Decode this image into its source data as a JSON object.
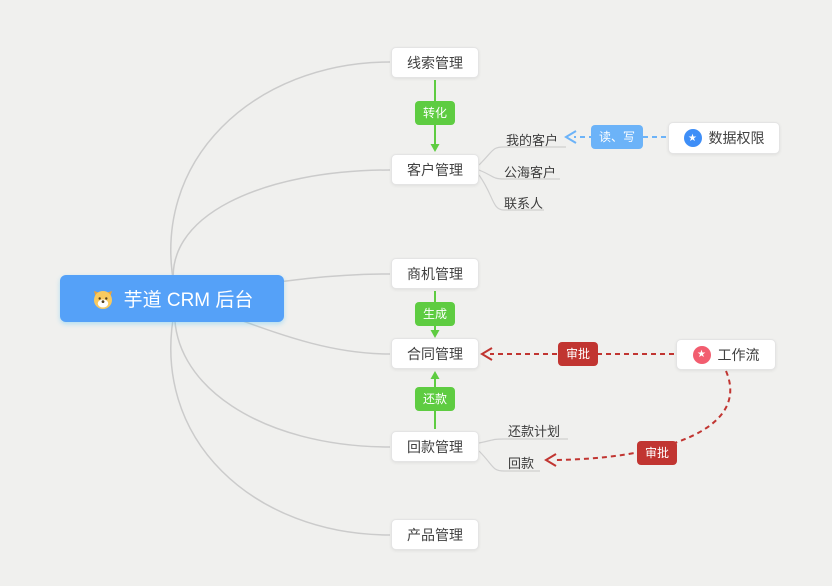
{
  "root": {
    "label": "芋道 CRM 后台"
  },
  "nodes": [
    {
      "label": "线索管理"
    },
    {
      "label": "客户管理",
      "children": [
        "我的客户",
        "公海客户",
        "联系人"
      ]
    },
    {
      "label": "商机管理"
    },
    {
      "label": "合同管理"
    },
    {
      "label": "回款管理",
      "children": [
        "还款计划",
        "回款"
      ]
    },
    {
      "label": "产品管理"
    }
  ],
  "side_nodes": [
    {
      "label": "数据权限"
    },
    {
      "label": "工作流"
    }
  ],
  "edge_labels": {
    "convert": "转化",
    "generate": "生成",
    "repay": "还款",
    "read_write": "读、写",
    "approve": "审批"
  },
  "icons": {
    "star": "★"
  },
  "colors": {
    "root_bg": "#55a1f8",
    "edge_green": "#5ecc41",
    "edge_blue": "#6cb3f8",
    "edge_red": "#c13531",
    "permission_icon": "#3e8ef7",
    "workflow_icon": "#f25d6f",
    "background": "#f0f0ee"
  }
}
